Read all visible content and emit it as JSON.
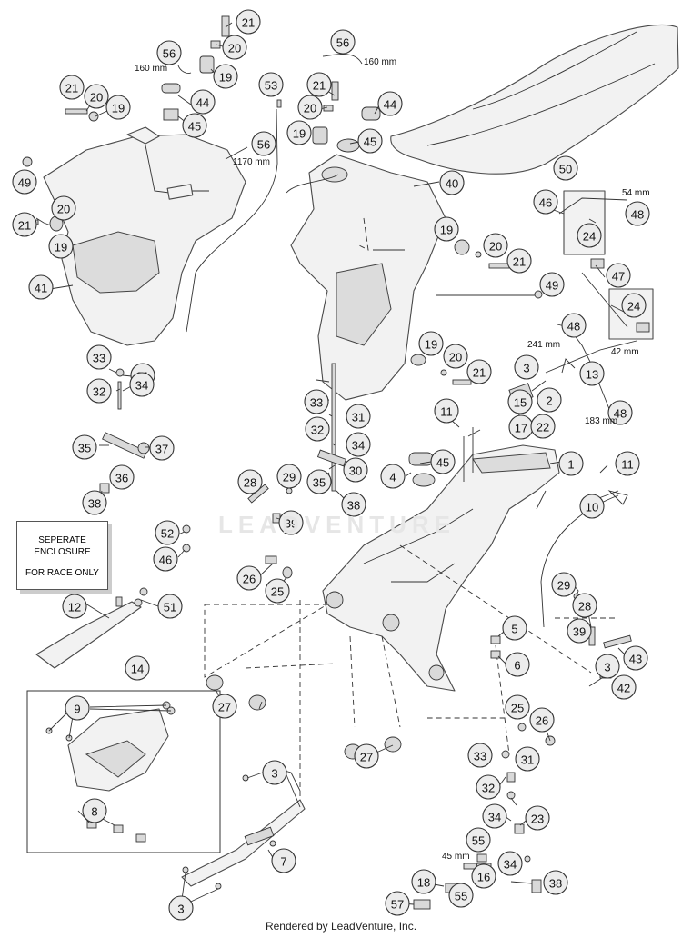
{
  "callouts": [
    {
      "id": "c21a",
      "n": "21"
    },
    {
      "id": "c20a",
      "n": "20"
    },
    {
      "id": "c56a",
      "n": "56"
    },
    {
      "id": "c19a",
      "n": "19"
    },
    {
      "id": "c53",
      "n": "53"
    },
    {
      "id": "c44a",
      "n": "44"
    },
    {
      "id": "c45a",
      "n": "45"
    },
    {
      "id": "c21b",
      "n": "21"
    },
    {
      "id": "c20b",
      "n": "20"
    },
    {
      "id": "c19b",
      "n": "19"
    },
    {
      "id": "c56b",
      "n": "56"
    },
    {
      "id": "c49a",
      "n": "49"
    },
    {
      "id": "c20c",
      "n": "20"
    },
    {
      "id": "c21c",
      "n": "21"
    },
    {
      "id": "c19c",
      "n": "19"
    },
    {
      "id": "c41",
      "n": "41"
    },
    {
      "id": "c56c",
      "n": "56"
    },
    {
      "id": "c21d",
      "n": "21"
    },
    {
      "id": "c20d",
      "n": "20"
    },
    {
      "id": "c44b",
      "n": "44"
    },
    {
      "id": "c19d",
      "n": "19"
    },
    {
      "id": "c45b",
      "n": "45"
    },
    {
      "id": "c50",
      "n": "50"
    },
    {
      "id": "c40",
      "n": "40"
    },
    {
      "id": "c46a",
      "n": "46"
    },
    {
      "id": "c48a",
      "n": "48"
    },
    {
      "id": "c24a",
      "n": "24"
    },
    {
      "id": "c47",
      "n": "47"
    },
    {
      "id": "c19e",
      "n": "19"
    },
    {
      "id": "c20e",
      "n": "20"
    },
    {
      "id": "c21e",
      "n": "21"
    },
    {
      "id": "c49b",
      "n": "49"
    },
    {
      "id": "c24b",
      "n": "24"
    },
    {
      "id": "c48b",
      "n": "48"
    },
    {
      "id": "c19f",
      "n": "19"
    },
    {
      "id": "c20f",
      "n": "20"
    },
    {
      "id": "c21f",
      "n": "21"
    },
    {
      "id": "c3a",
      "n": "3"
    },
    {
      "id": "c13",
      "n": "13"
    },
    {
      "id": "c15",
      "n": "15"
    },
    {
      "id": "c2",
      "n": "2"
    },
    {
      "id": "c48c",
      "n": "48"
    },
    {
      "id": "c17",
      "n": "17"
    },
    {
      "id": "c22",
      "n": "22"
    },
    {
      "id": "c33a",
      "n": "33"
    },
    {
      "id": "c31a",
      "n": "31"
    },
    {
      "id": "c32a",
      "n": "32"
    },
    {
      "id": "c34a",
      "n": "34"
    },
    {
      "id": "c35a",
      "n": "35"
    },
    {
      "id": "c37",
      "n": "37"
    },
    {
      "id": "c36",
      "n": "36"
    },
    {
      "id": "c38a",
      "n": "38"
    },
    {
      "id": "c33b",
      "n": "33"
    },
    {
      "id": "c31b",
      "n": "31"
    },
    {
      "id": "c32b",
      "n": "32"
    },
    {
      "id": "c34b",
      "n": "34"
    },
    {
      "id": "c11a",
      "n": "11"
    },
    {
      "id": "c35b",
      "n": "35"
    },
    {
      "id": "c30",
      "n": "30"
    },
    {
      "id": "c38b",
      "n": "38"
    },
    {
      "id": "c1",
      "n": "1"
    },
    {
      "id": "c11b",
      "n": "11"
    },
    {
      "id": "c4",
      "n": "4"
    },
    {
      "id": "c45c",
      "n": "45"
    },
    {
      "id": "c28a",
      "n": "28"
    },
    {
      "id": "c29a",
      "n": "29"
    },
    {
      "id": "c10",
      "n": "10"
    },
    {
      "id": "c39a",
      "n": "39"
    },
    {
      "id": "c52",
      "n": "52"
    },
    {
      "id": "c46b",
      "n": "46"
    },
    {
      "id": "c26a",
      "n": "26"
    },
    {
      "id": "c25a",
      "n": "25"
    },
    {
      "id": "c12",
      "n": "12"
    },
    {
      "id": "c51",
      "n": "51"
    },
    {
      "id": "c29b",
      "n": "29"
    },
    {
      "id": "c28b",
      "n": "28"
    },
    {
      "id": "c39b",
      "n": "39"
    },
    {
      "id": "c5",
      "n": "5"
    },
    {
      "id": "c43",
      "n": "43"
    },
    {
      "id": "c6",
      "n": "6"
    },
    {
      "id": "c3b",
      "n": "3"
    },
    {
      "id": "c42",
      "n": "42"
    },
    {
      "id": "c14",
      "n": "14"
    },
    {
      "id": "c27a",
      "n": "27"
    },
    {
      "id": "c25b",
      "n": "25"
    },
    {
      "id": "c26b",
      "n": "26"
    },
    {
      "id": "c9",
      "n": "9"
    },
    {
      "id": "c27b",
      "n": "27"
    },
    {
      "id": "c33c",
      "n": "33"
    },
    {
      "id": "c31c",
      "n": "31"
    },
    {
      "id": "c32c",
      "n": "32"
    },
    {
      "id": "c34c",
      "n": "34"
    },
    {
      "id": "c23",
      "n": "23"
    },
    {
      "id": "c3c",
      "n": "3"
    },
    {
      "id": "c8",
      "n": "8"
    },
    {
      "id": "c7",
      "n": "7"
    },
    {
      "id": "c55a",
      "n": "55"
    },
    {
      "id": "c16",
      "n": "16"
    },
    {
      "id": "c34d",
      "n": "34"
    },
    {
      "id": "c18",
      "n": "18"
    },
    {
      "id": "c55b",
      "n": "55"
    },
    {
      "id": "c38c",
      "n": "38"
    },
    {
      "id": "c3d",
      "n": "3"
    },
    {
      "id": "c57",
      "n": "57"
    }
  ],
  "dimensions": {
    "hose_short_left": "160 mm",
    "hose_short_right": "160 mm",
    "hose_long": "1170 mm",
    "strap_54": "54 mm",
    "cable_241": "241 mm",
    "cable_42": "42 mm",
    "cable_183": "183 mm",
    "hose_45": "45 mm"
  },
  "note_box": {
    "line1": "SEPERATE",
    "line2": "ENCLOSURE",
    "line3": "FOR RACE ONLY"
  },
  "watermark": "LEADVENTURE",
  "footer": "Rendered by LeadVenture, Inc."
}
